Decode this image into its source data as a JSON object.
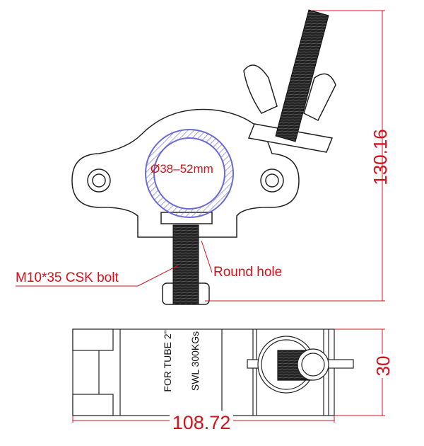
{
  "dimensions": {
    "height": "130.16",
    "width": "108.72",
    "depth": "30"
  },
  "labels": {
    "tube_range": "Ø38–52mm",
    "bolt": "M10*35 CSK bolt",
    "hole": "Round hole"
  },
  "engraving": {
    "line1": "FOR TUBE 2\"",
    "line2": "SWL 300KGs"
  },
  "colors": {
    "dimension": "#d3121c",
    "tube": "#6a6ad8"
  }
}
